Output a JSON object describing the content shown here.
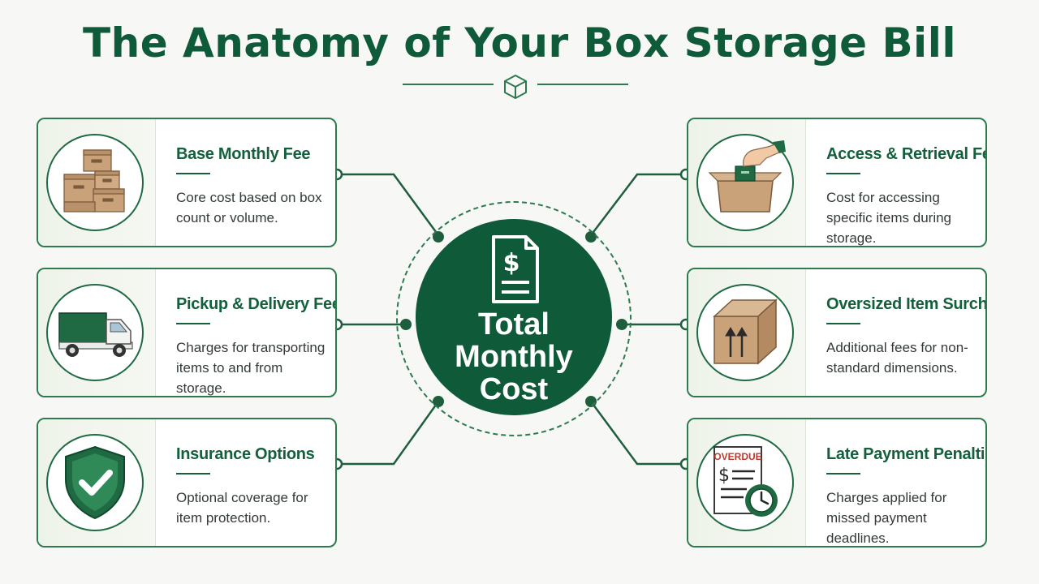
{
  "title": "The Anatomy of Your Box Storage Bill",
  "center": {
    "line1": "Total",
    "line2": "Monthly",
    "line3": "Cost"
  },
  "cards": {
    "base_fee": {
      "title": "Base Monthly Fee",
      "description": "Core cost based on box count or volume.",
      "icon": "stacked-boxes-icon"
    },
    "pickup_delivery": {
      "title": "Pickup & Delivery Fees",
      "description": "Charges for transporting items to and from storage.",
      "icon": "delivery-truck-icon"
    },
    "insurance": {
      "title": "Insurance Options",
      "description": "Optional coverage for item protection.",
      "icon": "shield-check-icon"
    },
    "access_retrieval": {
      "title": "Access & Retrieval Fees",
      "description": "Cost for accessing specific items during storage.",
      "icon": "hand-box-icon"
    },
    "oversized": {
      "title": "Oversized Item Surcharge",
      "description": "Additional fees for non-standard dimensions.",
      "icon": "large-box-icon"
    },
    "late_payment": {
      "title": "Late Payment Penalties",
      "description": "Charges applied for missed payment deadlines.",
      "icon": "overdue-invoice-icon",
      "stamp": "OVERDUE"
    }
  },
  "colors": {
    "primary": "#0f5a39",
    "accent": "#2d7a4f",
    "box": "#c9a27a",
    "overdue": "#c0392b"
  }
}
